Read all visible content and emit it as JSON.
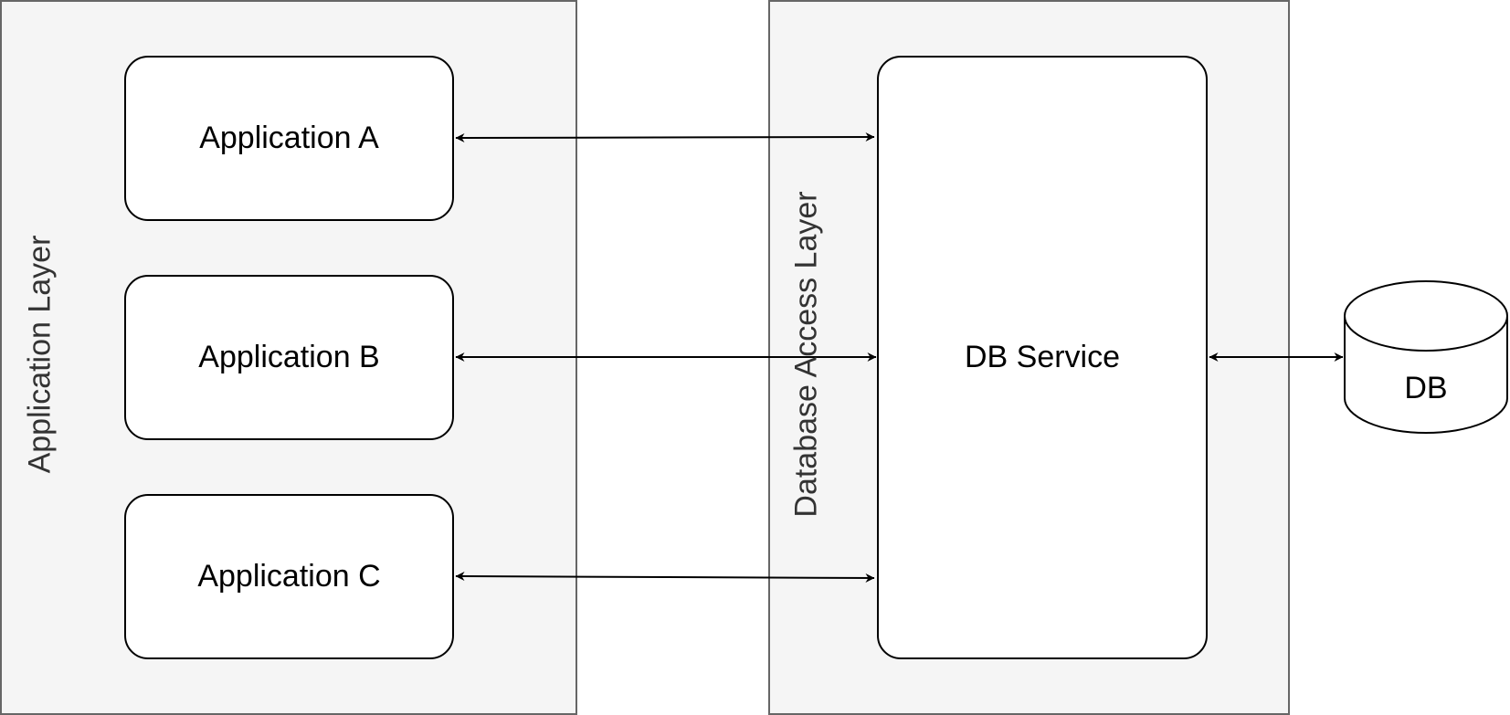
{
  "layers": {
    "application": {
      "label": "Application Layer"
    },
    "database_access": {
      "label": "Database Access Layer"
    }
  },
  "nodes": {
    "app_a": {
      "label": "Application A"
    },
    "app_b": {
      "label": "Application B"
    },
    "app_c": {
      "label": "Application C"
    },
    "db_service": {
      "label": "DB Service"
    },
    "db": {
      "label": "DB"
    }
  },
  "edges": [
    {
      "from": "Application A",
      "to": "DB Service",
      "direction": "both"
    },
    {
      "from": "Application B",
      "to": "DB Service",
      "direction": "both"
    },
    {
      "from": "Application C",
      "to": "DB Service",
      "direction": "both"
    },
    {
      "from": "DB Service",
      "to": "DB",
      "direction": "both"
    }
  ],
  "colors": {
    "layer_fill": "#f5f5f5",
    "layer_border": "#666666",
    "layer_text": "#333333",
    "node_fill": "#ffffff",
    "stroke": "#000000"
  }
}
